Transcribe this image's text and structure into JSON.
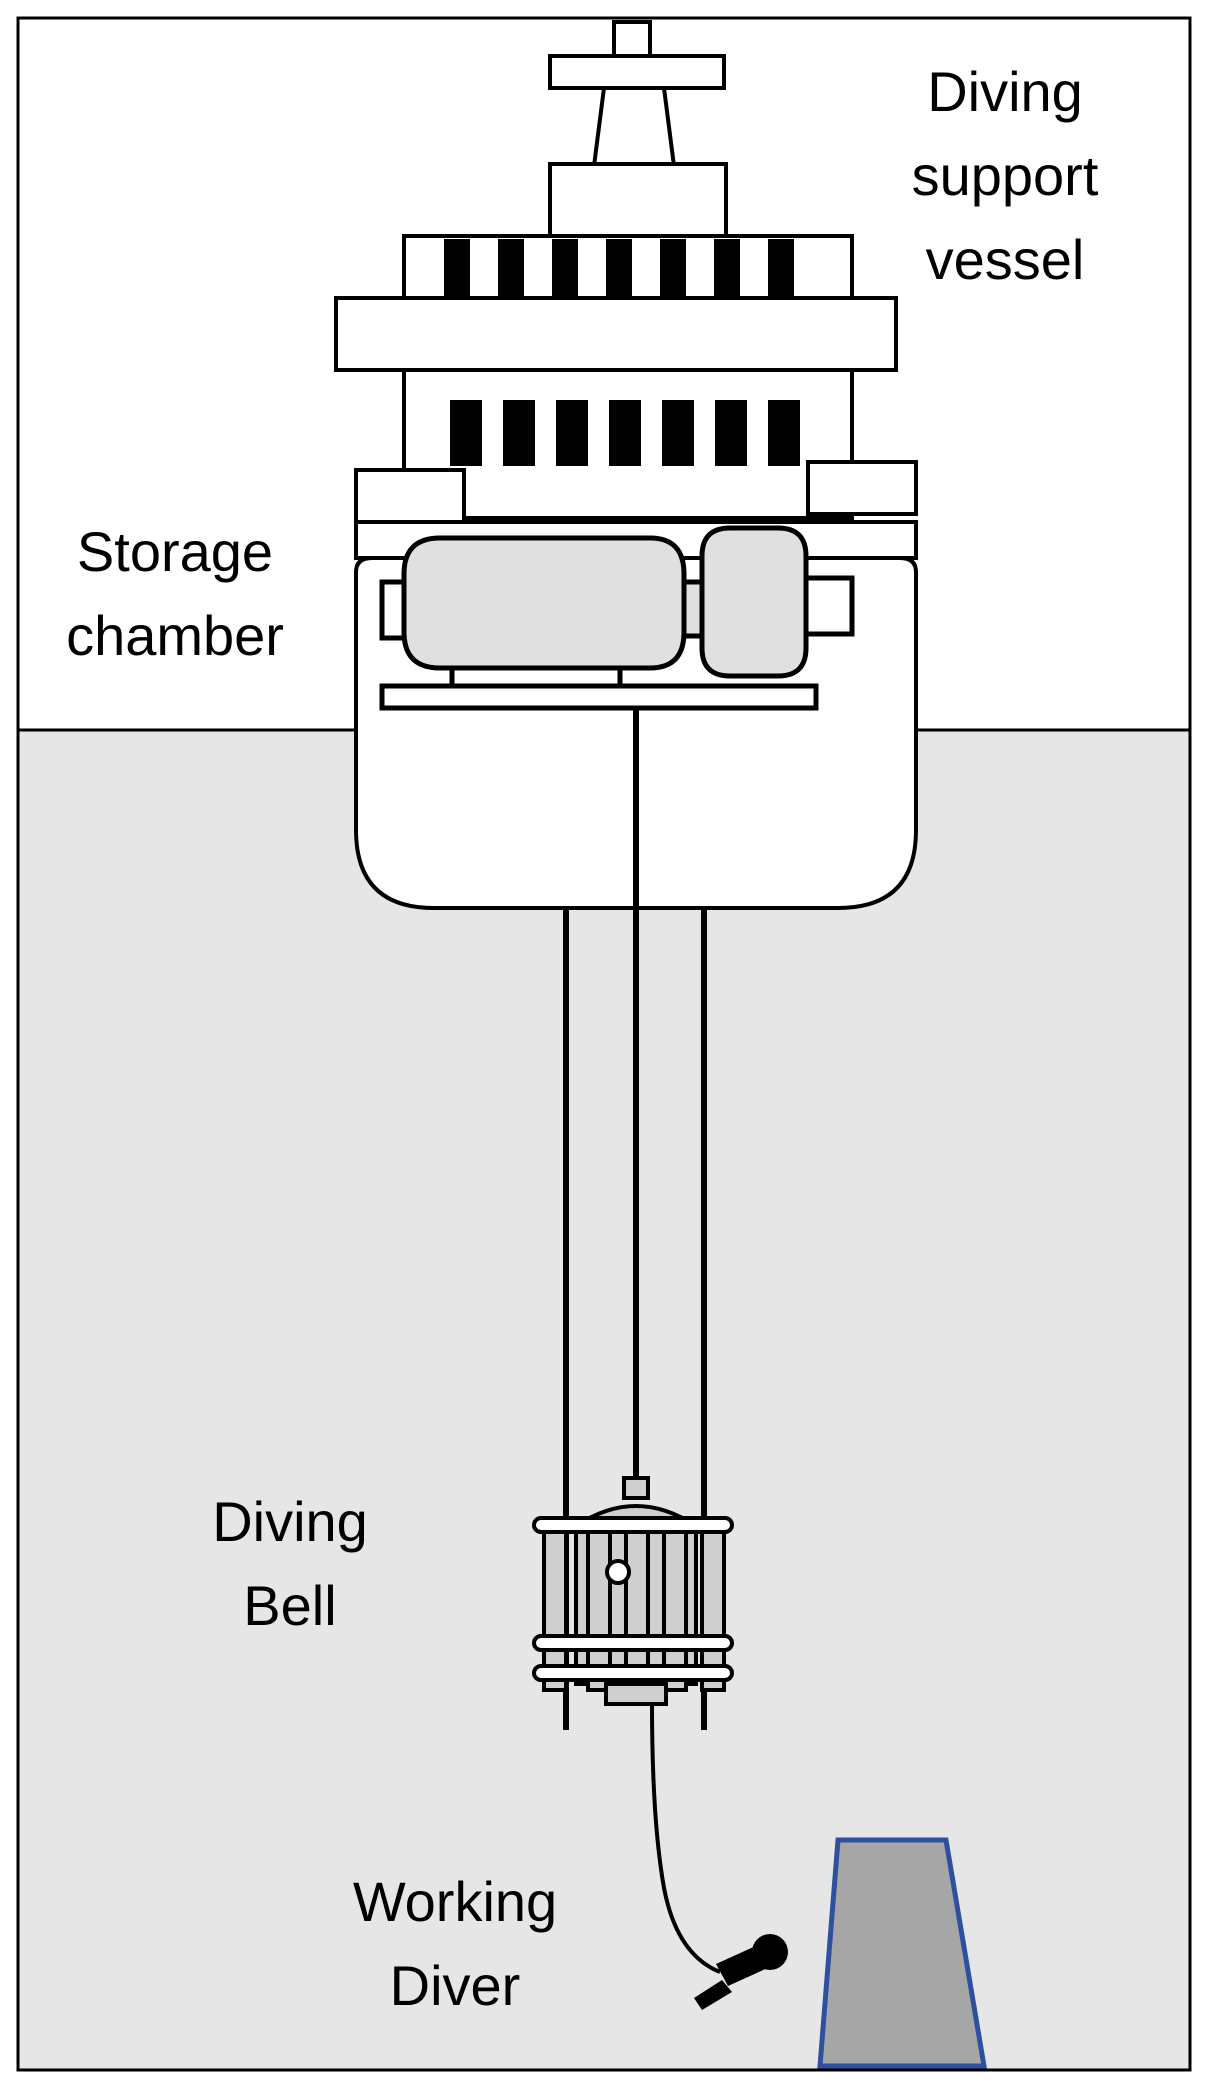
{
  "labels": {
    "vessel": [
      "Diving",
      "support",
      "vessel"
    ],
    "storage": [
      "Storage",
      "chamber"
    ],
    "bell": [
      "Diving",
      "Bell"
    ],
    "diver": [
      "Working",
      "Diver"
    ]
  },
  "colors": {
    "water": "#e6e6e6",
    "outline": "#000000",
    "equipment_fill": "#e0e0e0",
    "bell_fill": "#cfcfcf",
    "structure_fill": "#a6a6a6",
    "structure_outline": "#2f4f9f"
  }
}
